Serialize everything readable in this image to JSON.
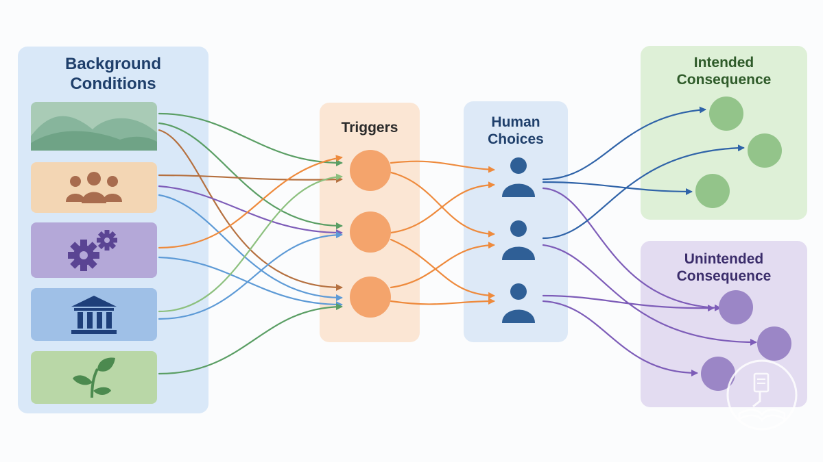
{
  "background": {
    "title_line1": "Background",
    "title_line2": "Conditions",
    "cards": [
      {
        "icon": "landscape-icon"
      },
      {
        "icon": "people-group-icon"
      },
      {
        "icon": "gears-icon"
      },
      {
        "icon": "institution-building-icon"
      },
      {
        "icon": "plant-sprout-icon"
      }
    ]
  },
  "triggers": {
    "title": "Triggers"
  },
  "human_choices": {
    "title_line1": "Human",
    "title_line2": "Choices"
  },
  "intended": {
    "title_line1": "Intended",
    "title_line2": "Consequence"
  },
  "unintended": {
    "title_line1": "Unintended",
    "title_line2": "Consequence"
  },
  "colors": {
    "background_panel": "#d9e8f8",
    "triggers_panel": "#fbe6d4",
    "human_panel": "#dde9f7",
    "intended_panel": "#def0d7",
    "unintended_panel": "#e3dcf1",
    "trigger_node": "#f4a46c",
    "person": "#2f5f96",
    "intended_node": "#93c48a",
    "unintended_node": "#9b86c6",
    "arrow_green": "#5a9e64",
    "arrow_orange": "#ee8a3c",
    "arrow_purple": "#7d5cb8",
    "arrow_blue": "#5d9ad6",
    "arrow_brown": "#b5703f",
    "arrow_darkblue": "#2f63a8"
  }
}
